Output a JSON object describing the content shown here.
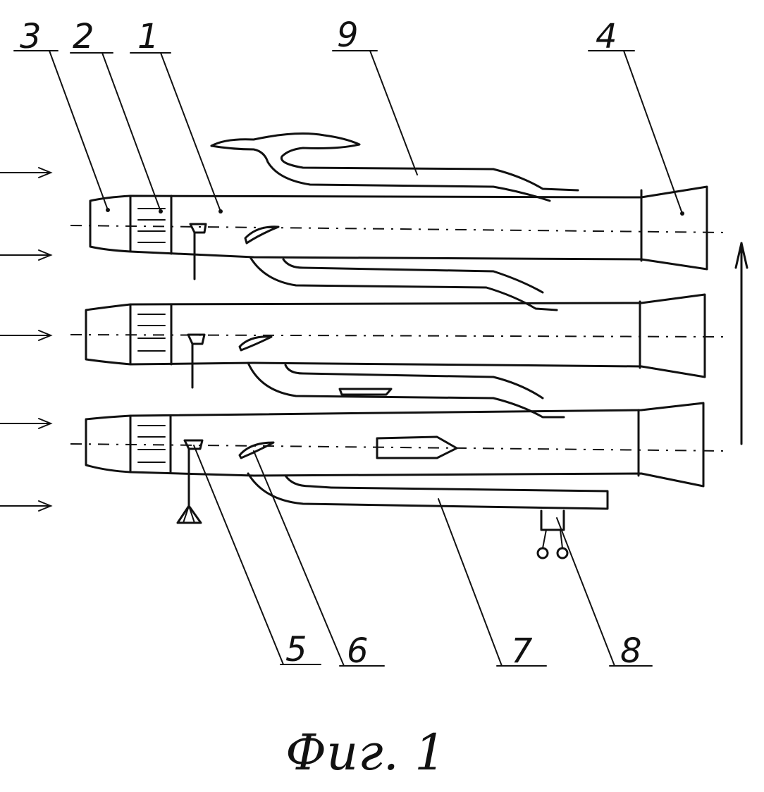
{
  "figure": {
    "caption": "Фиг. 1",
    "labels": {
      "l1": "1",
      "l2": "2",
      "l3": "3",
      "l4": "4",
      "l5": "5",
      "l6": "6",
      "l7": "7",
      "l8": "8",
      "l9": "9"
    }
  }
}
